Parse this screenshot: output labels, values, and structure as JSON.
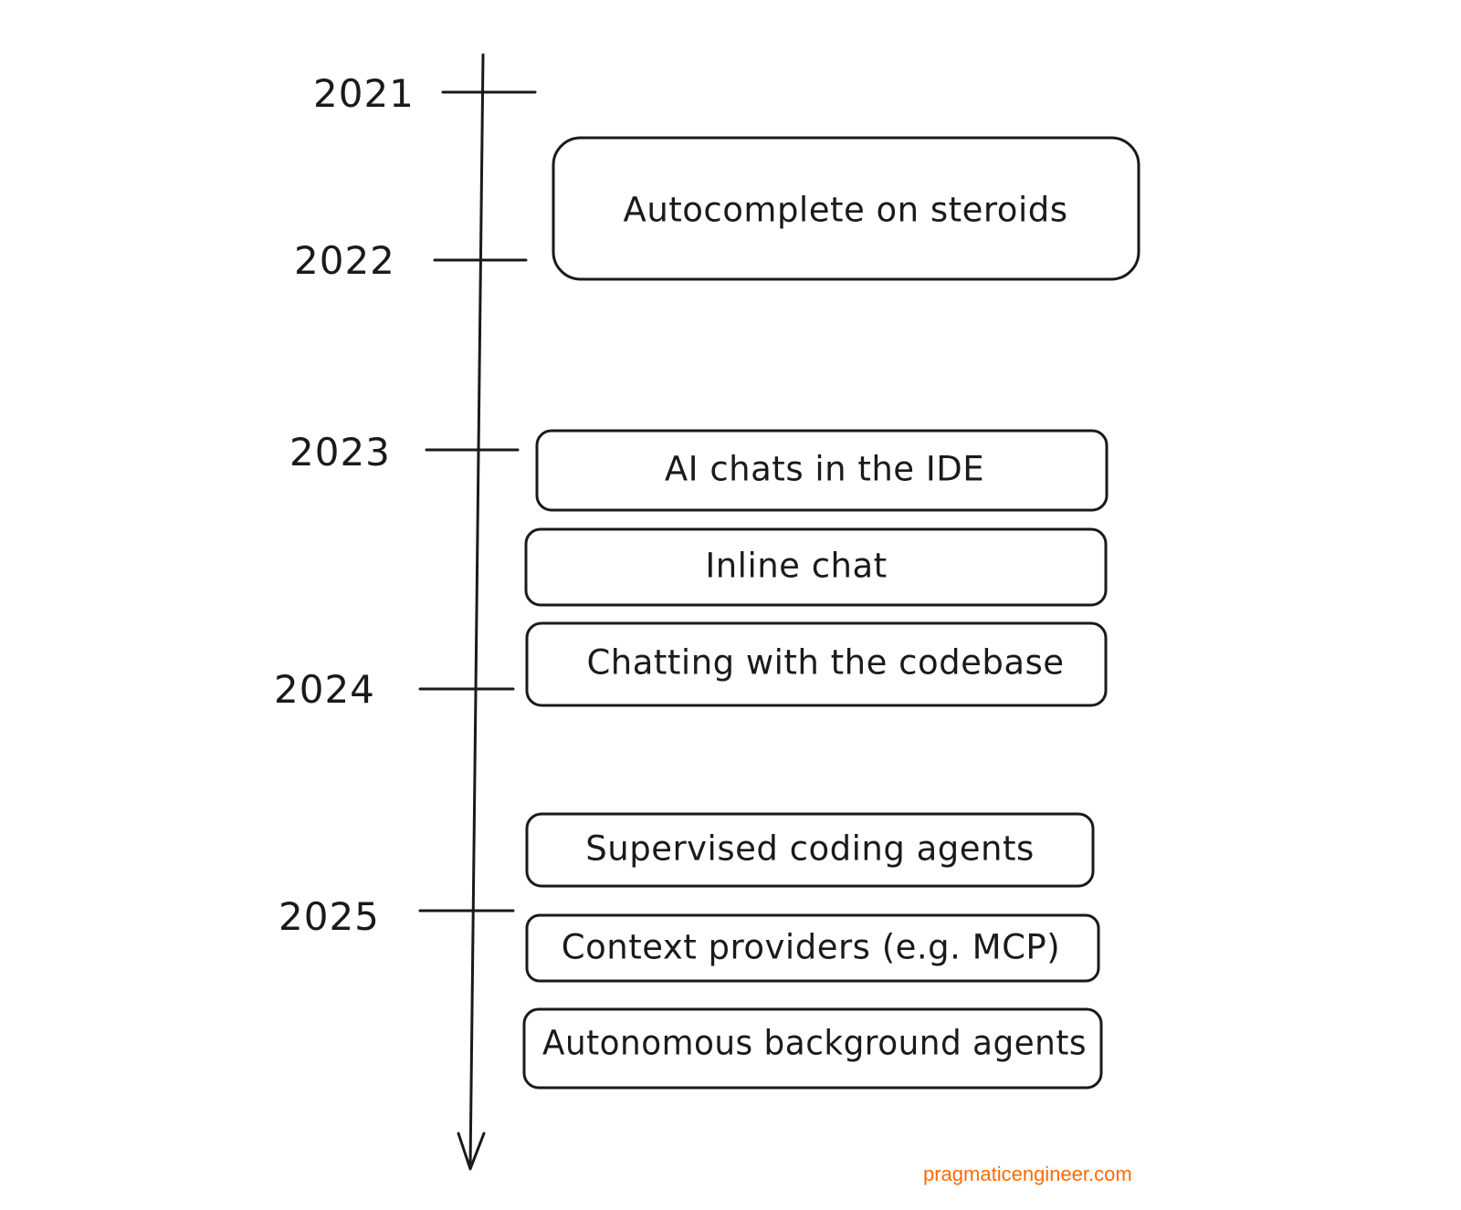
{
  "timeline": {
    "years": [
      "2021",
      "2022",
      "2023",
      "2024",
      "2025"
    ],
    "events": [
      "Autocomplete on steroids",
      "AI chats in the IDE",
      "Inline chat",
      "Chatting with the codebase",
      "Supervised coding agents",
      "Context providers (e.g. MCP)",
      "Autonomous background agents"
    ]
  },
  "watermark": "pragmaticengineer.com",
  "colors": {
    "ink": "#1a1a1a",
    "watermark": "#ff6a00",
    "background": "#ffffff"
  }
}
